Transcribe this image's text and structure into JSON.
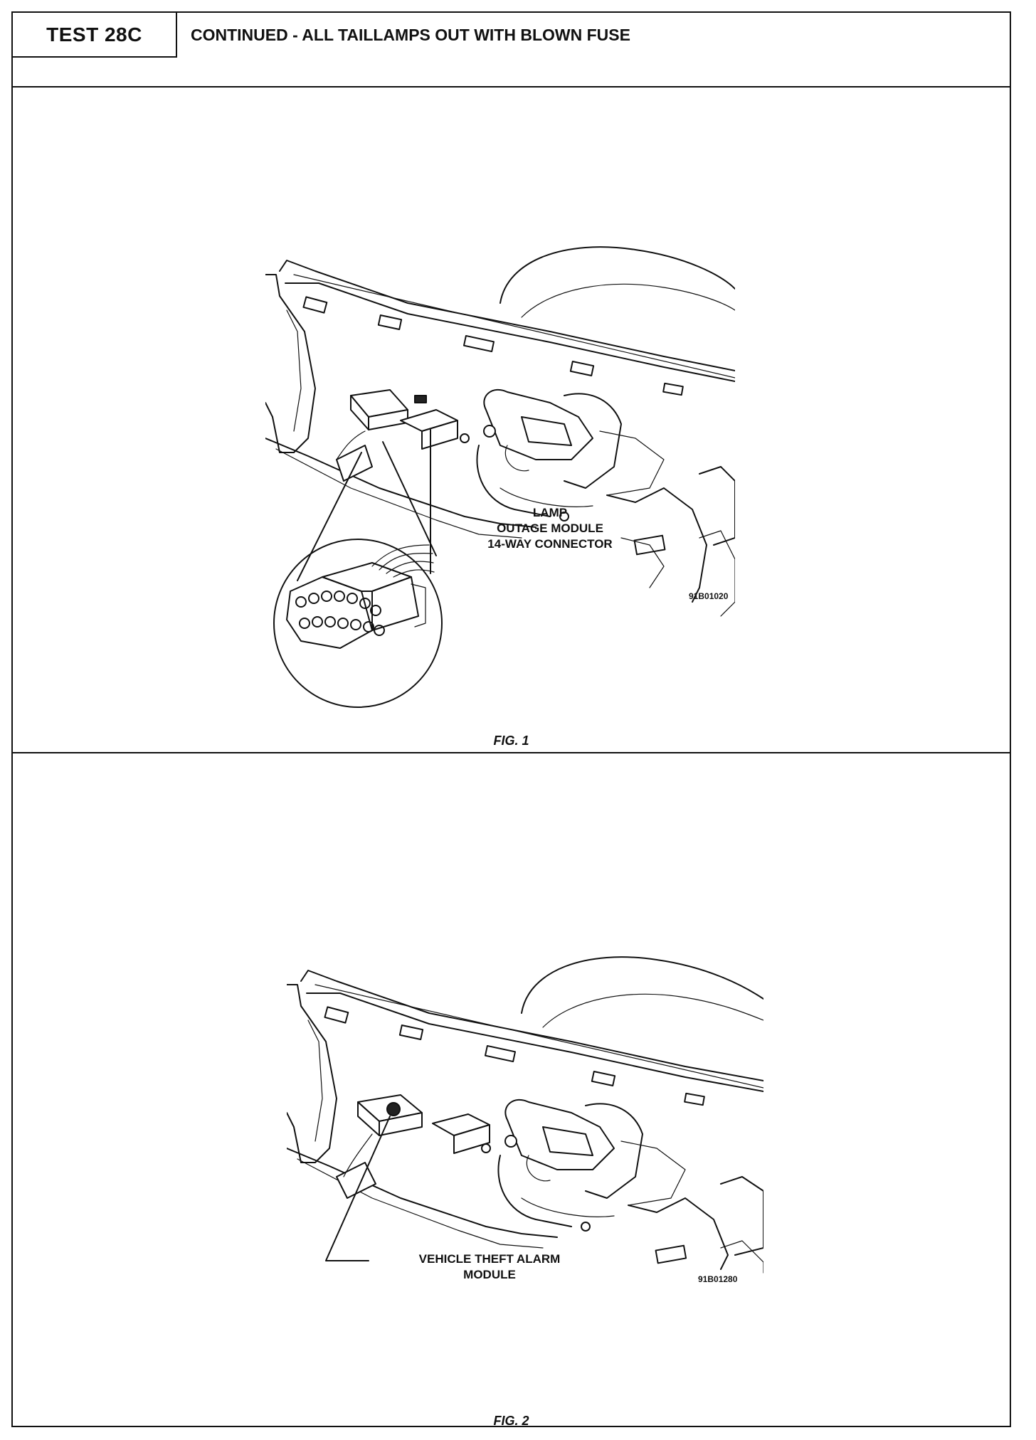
{
  "header": {
    "test_id": "TEST 28C",
    "title": "CONTINUED - ALL TAILLAMPS OUT WITH BLOWN FUSE"
  },
  "figures": [
    {
      "caption": "FIG. 1",
      "label_lines": [
        "LAMP",
        "OUTAGE MODULE",
        "14-WAY CONNECTOR"
      ],
      "figure_id": "91B01020"
    },
    {
      "caption": "FIG. 2",
      "label_lines": [
        "VEHICLE THEFT ALARM",
        "MODULE"
      ],
      "figure_id": "91B01280"
    }
  ]
}
